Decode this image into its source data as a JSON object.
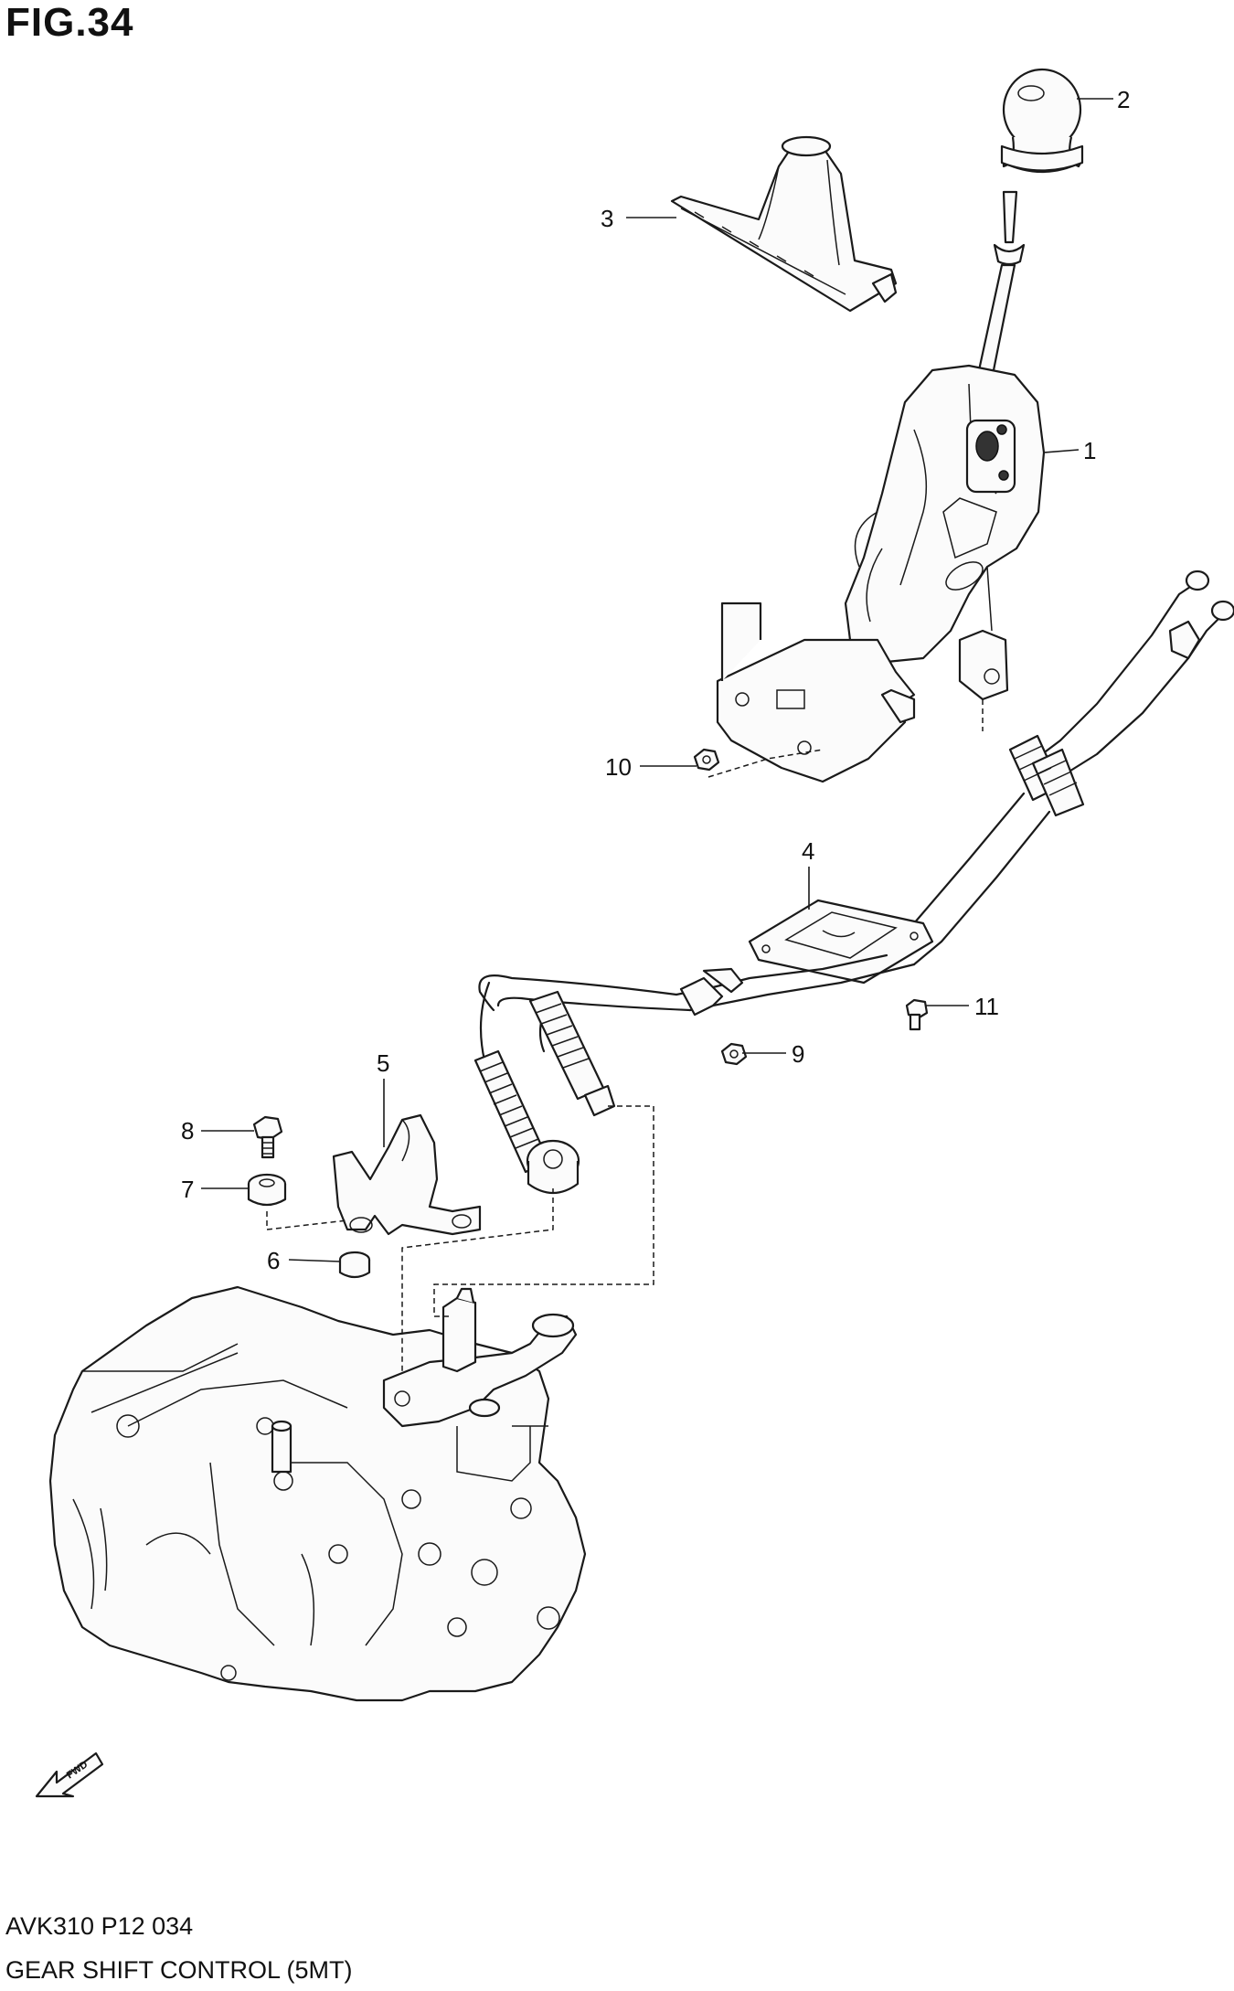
{
  "figure": {
    "title": "FIG.34"
  },
  "callouts": [
    {
      "id": "1",
      "label": "1"
    },
    {
      "id": "2",
      "label": "2"
    },
    {
      "id": "3",
      "label": "3"
    },
    {
      "id": "4",
      "label": "4"
    },
    {
      "id": "5",
      "label": "5"
    },
    {
      "id": "6",
      "label": "6"
    },
    {
      "id": "7",
      "label": "7"
    },
    {
      "id": "8",
      "label": "8"
    },
    {
      "id": "9",
      "label": "9"
    },
    {
      "id": "10",
      "label": "10"
    },
    {
      "id": "11",
      "label": "11"
    }
  ],
  "direction_arrow": {
    "text": "FWD"
  },
  "footer": {
    "code": "AVK310 P12 034",
    "caption": "GEAR SHIFT CONTROL (5MT)"
  }
}
